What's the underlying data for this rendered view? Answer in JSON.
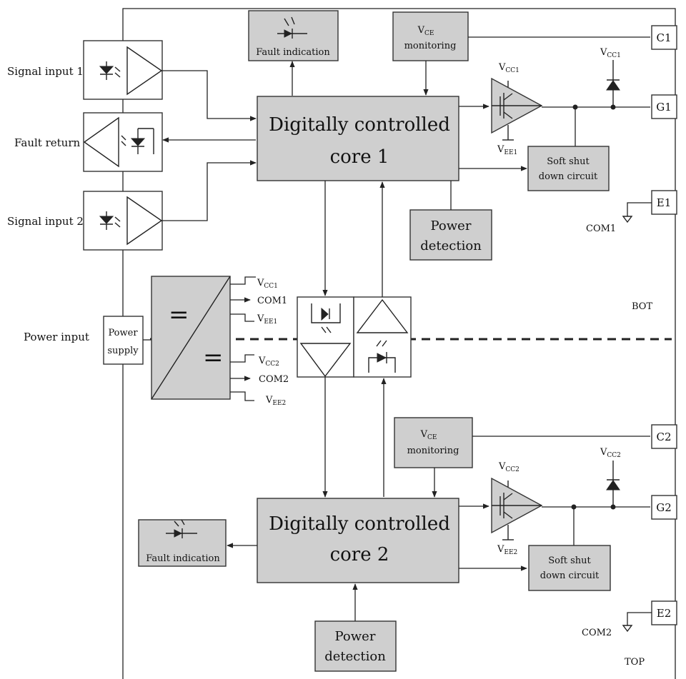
{
  "labels": {
    "signal_input_1": "Signal input 1",
    "fault_return": "Fault return",
    "signal_input_2": "Signal input 2",
    "power_input": "Power input",
    "power_supply_line1": "Power",
    "power_supply_line2": "supply",
    "fault_indication_top": "Fault indication",
    "fault_indication_bottom": "Fault indication",
    "vce_mon_1_sym": "V",
    "vce_mon_1_sub": "CE",
    "vce_mon_1_text": "monitoring",
    "vce_mon_2_sym": "V",
    "vce_mon_2_sub": "CE",
    "vce_mon_2_text": "monitoring",
    "core1_line1": "Digitally controlled",
    "core1_line2": "core 1",
    "core2_line1": "Digitally controlled",
    "core2_line2": "core 2",
    "power_det_1_line1": "Power",
    "power_det_1_line2": "detection",
    "power_det_2_line1": "Power",
    "power_det_2_line2": "detection",
    "soft_shut_1_line1": "Soft shut",
    "soft_shut_1_line2": "down circuit",
    "soft_shut_2_line1": "Soft shut",
    "soft_shut_2_line2": "down circuit",
    "c1": "C1",
    "g1": "G1",
    "e1": "E1",
    "c2": "C2",
    "g2": "G2",
    "e2": "E2",
    "com1": "COM1",
    "com2": "COM2",
    "bot": "BOT",
    "top": "TOP",
    "vcc1_drv": "V",
    "vcc1_drv_sub": "CC1",
    "vee1_drv": "V",
    "vee1_drv_sub": "EE1",
    "vcc1_clamp": "V",
    "vcc1_clamp_sub": "CC1",
    "vcc2_drv": "V",
    "vcc2_drv_sub": "CC2",
    "vee2_drv": "V",
    "vee2_drv_sub": "EE2",
    "vcc2_clamp": "V",
    "vcc2_clamp_sub": "CC2",
    "ps_vcc1": "V",
    "ps_vcc1_sub": "CC1",
    "ps_com1": "COM1",
    "ps_vee1": "V",
    "ps_vee1_sub": "EE1",
    "ps_vcc2": "V",
    "ps_vcc2_sub": "CC2",
    "ps_com2": "COM2",
    "ps_vee2": "V",
    "ps_vee2_sub": "EE2",
    "eq_top": "=",
    "eq_bottom": "="
  }
}
